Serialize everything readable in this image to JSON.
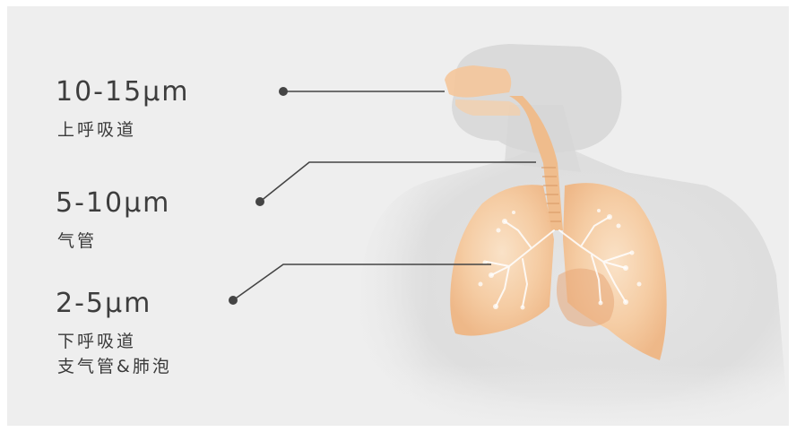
{
  "callouts": [
    {
      "size": "10-15μm",
      "region_lines": [
        "上呼吸道"
      ]
    },
    {
      "size": "5-10μm",
      "region_lines": [
        "气管"
      ]
    },
    {
      "size": "2-5μm",
      "region_lines": [
        "下呼吸道",
        "支气管&肺泡"
      ]
    }
  ],
  "colors": {
    "background": "#eeeeee",
    "body": "#d9d9d9",
    "organ": "#f6c89a",
    "leader_line": "#444444",
    "text": "#3a3a3a"
  }
}
